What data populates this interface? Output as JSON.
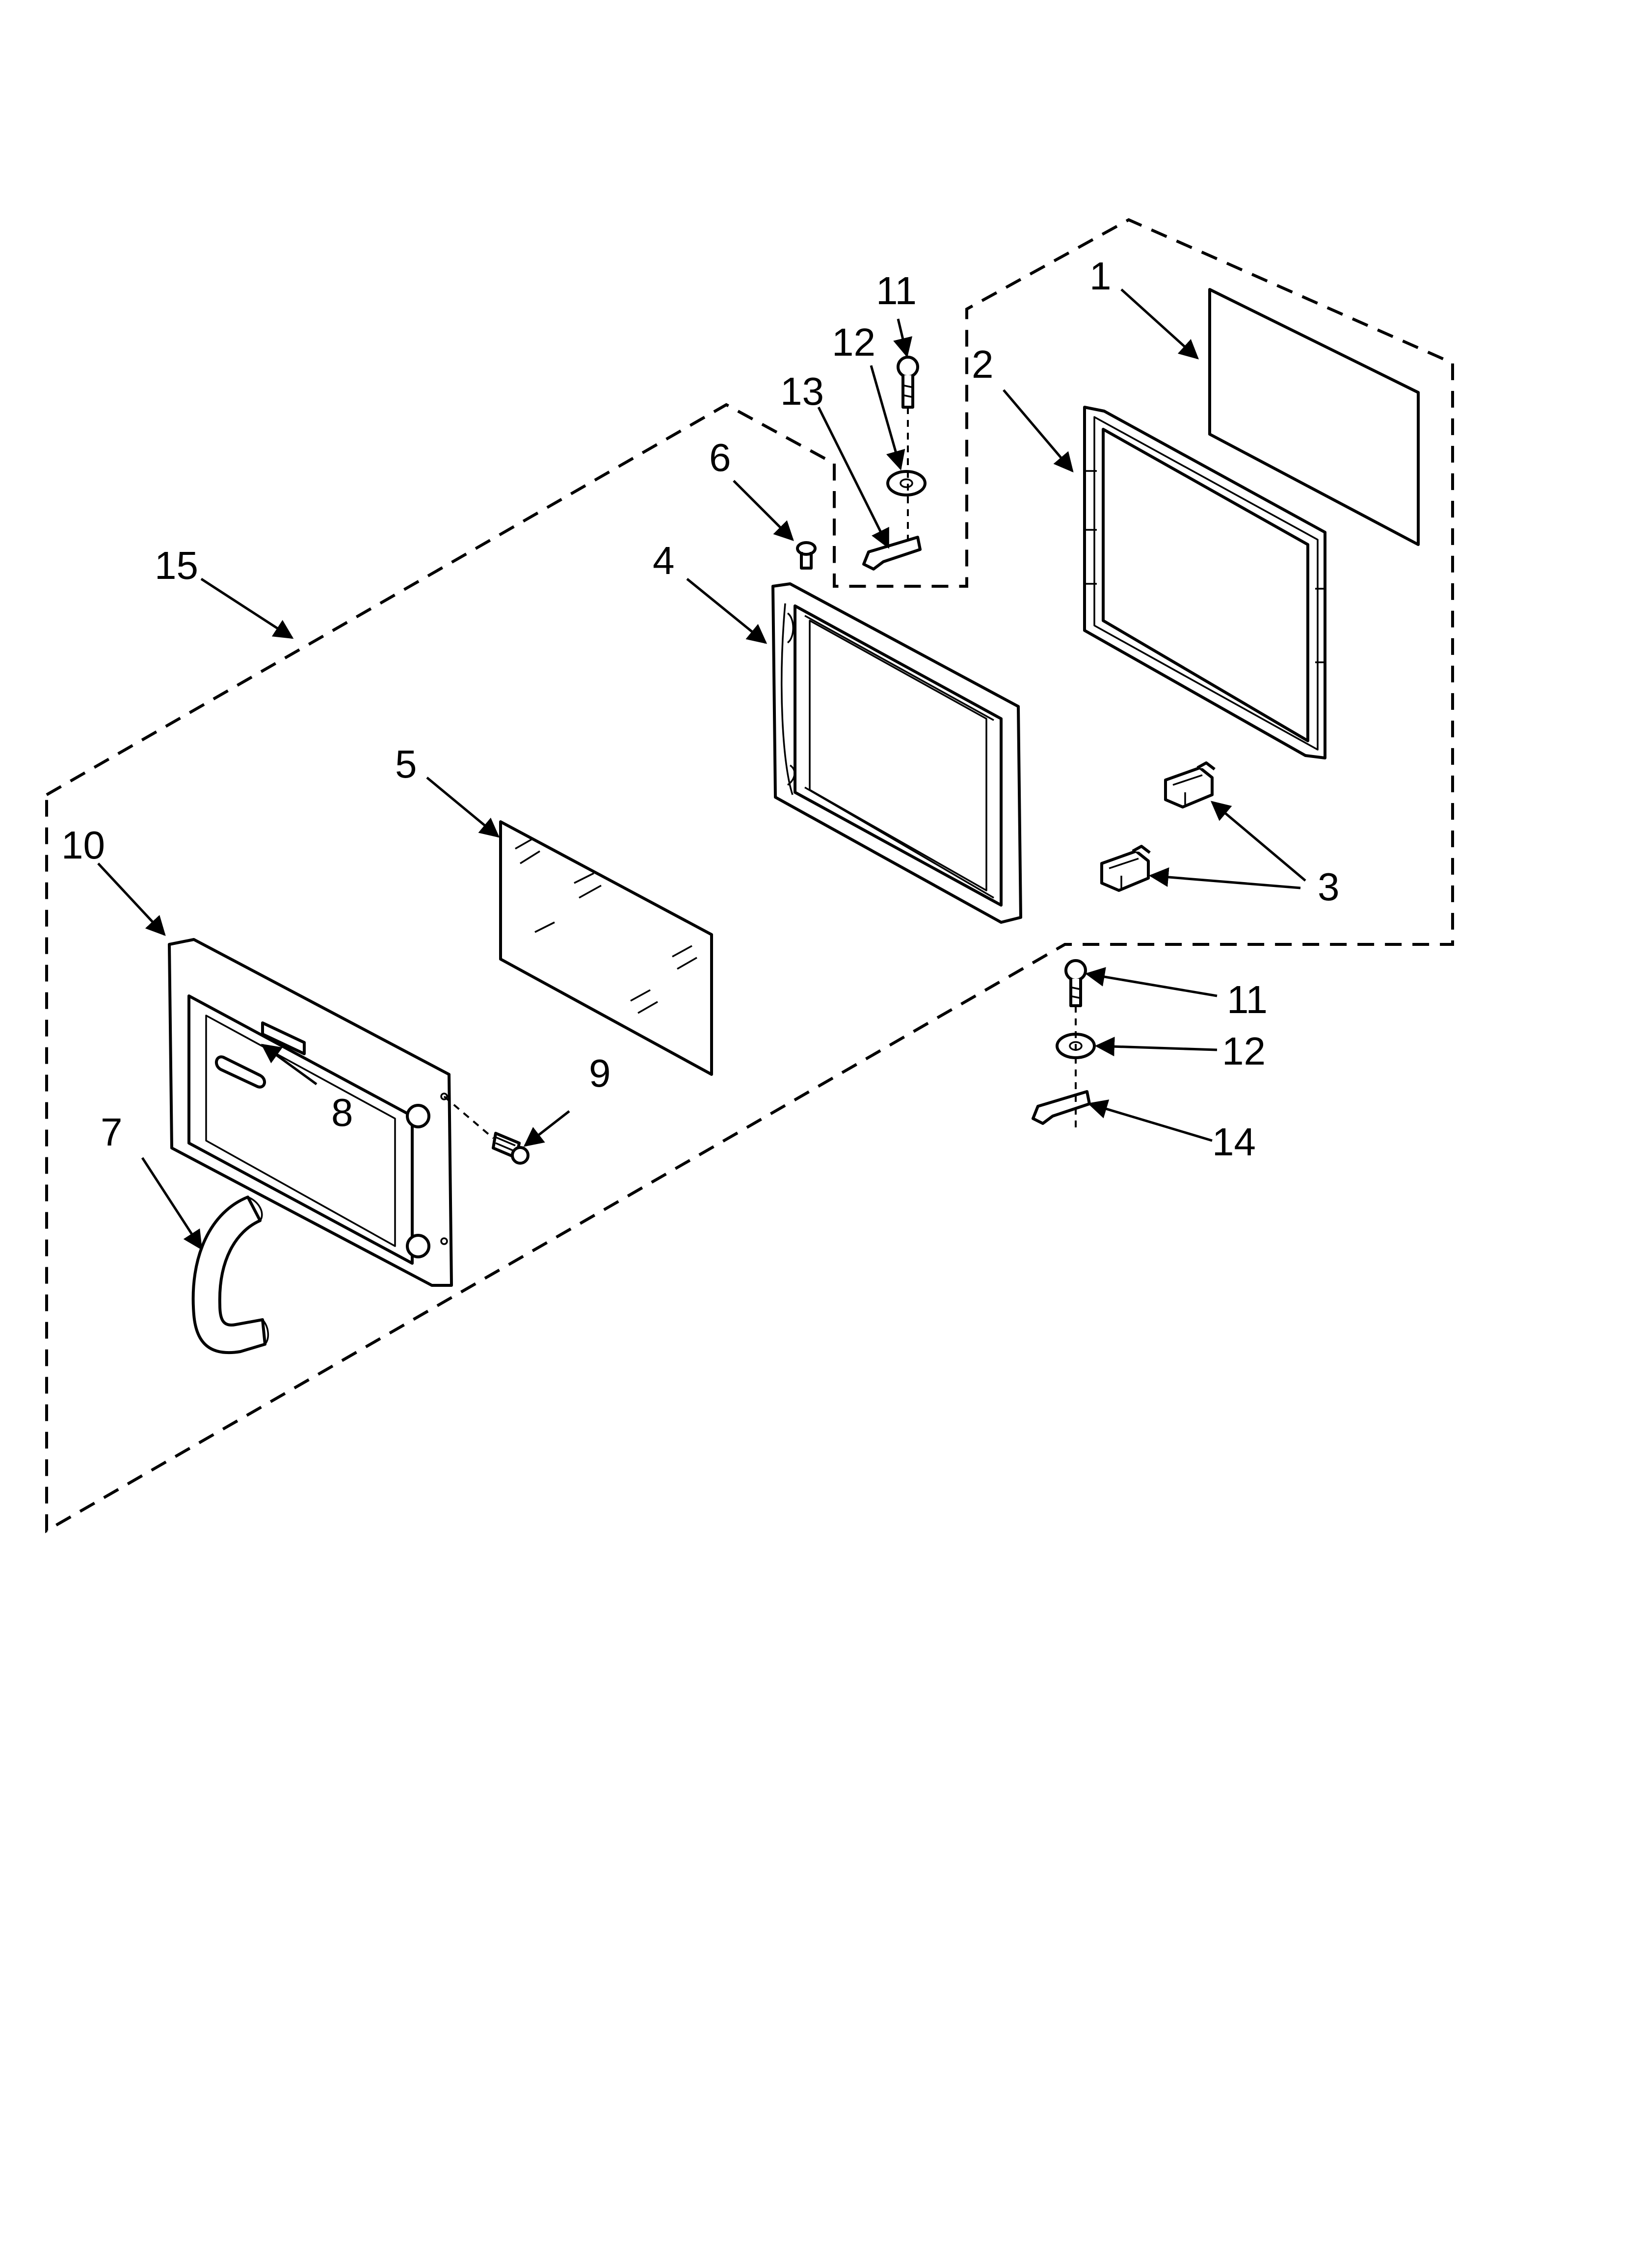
{
  "callouts": [
    {
      "id": "1",
      "label": "1"
    },
    {
      "id": "2",
      "label": "2"
    },
    {
      "id": "3",
      "label": "3"
    },
    {
      "id": "4",
      "label": "4"
    },
    {
      "id": "5",
      "label": "5"
    },
    {
      "id": "6",
      "label": "6"
    },
    {
      "id": "7",
      "label": "7"
    },
    {
      "id": "8",
      "label": "8"
    },
    {
      "id": "9",
      "label": "9"
    },
    {
      "id": "10",
      "label": "10"
    },
    {
      "id": "11a",
      "label": "11"
    },
    {
      "id": "11b",
      "label": "11"
    },
    {
      "id": "12a",
      "label": "12"
    },
    {
      "id": "12b",
      "label": "12"
    },
    {
      "id": "13",
      "label": "13"
    },
    {
      "id": "14",
      "label": "14"
    },
    {
      "id": "15",
      "label": "15"
    }
  ]
}
